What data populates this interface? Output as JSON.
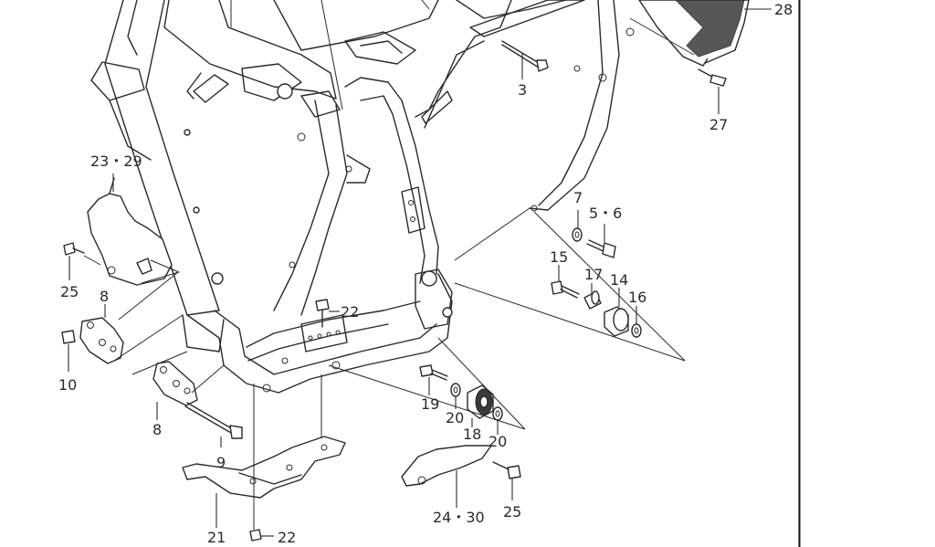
{
  "labels": {
    "l3": "3",
    "l28": "28",
    "l27": "27",
    "l23_29": "23・29",
    "l25_left": "25",
    "l8_upper": "8",
    "l10": "10",
    "l22_upper": "22",
    "l7": "7",
    "l5_6": "5・6",
    "l15": "15",
    "l17": "17",
    "l14": "14",
    "l16": "16",
    "l19": "19",
    "l20_left": "20",
    "l18": "18",
    "l20_right": "20",
    "l8_lower": "8",
    "l9": "9",
    "l21": "21",
    "l22_lower": "22",
    "l24_30": "24・30",
    "l25_right": "25"
  },
  "colors": {
    "line": "#2a2a2a",
    "background": "#ffffff"
  }
}
